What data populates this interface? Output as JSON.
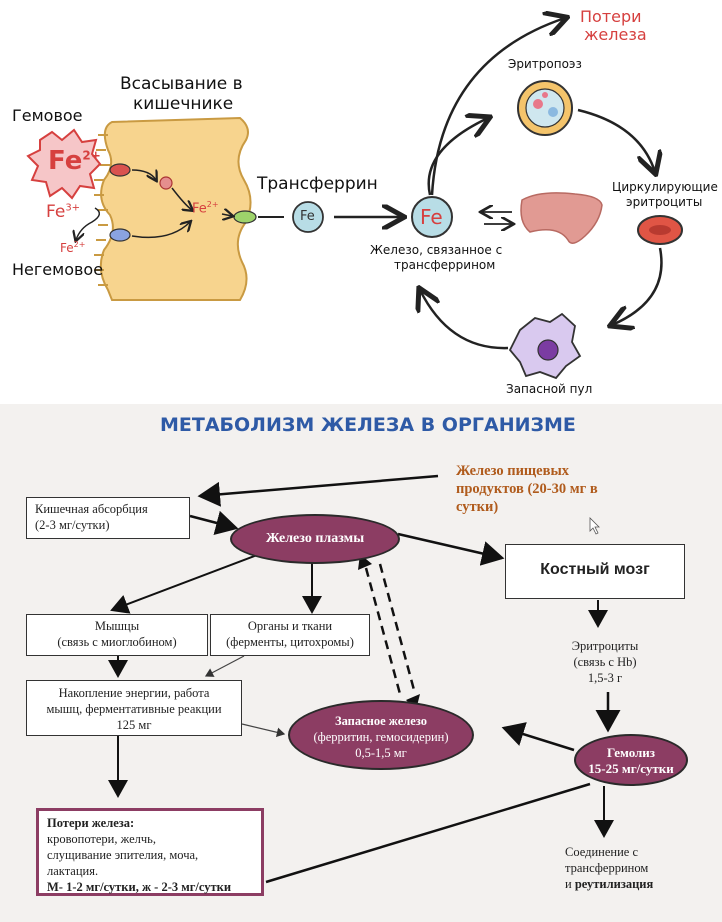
{
  "top": {
    "absorption_title_1": "Всасывание в",
    "absorption_title_2": "кишечнике",
    "heme_label": "Гемовое",
    "nonheme_label": "Негемовое",
    "fe_main": "Fe",
    "fe_charge_2": "2+",
    "fe_charge_3": "3+",
    "fe_nonheme_small": "Fe",
    "fe_inner": "Fe",
    "transferrin_label": "Трансферрин",
    "transferrin_symbol": "Fe",
    "bound_symbol": "Fe",
    "bound_label_1": "Железо, связанное с",
    "bound_label_2": "трансферрином",
    "losses_1": "Потери",
    "losses_2": "железа",
    "erythropoiesis": "Эритропоэз",
    "circulating_1": "Циркулирующие",
    "circulating_2": "эритроциты",
    "reserve_pool": "Запасной пул",
    "colors": {
      "red_accent": "#d6403f",
      "intestine": "#f7d48e",
      "fe_blue": "#b8dde6",
      "liver": "#e19a93"
    }
  },
  "bottom": {
    "title": "МЕТАБОЛИЗМ ЖЕЛЕЗА В ОРГАНИЗМЕ",
    "food_iron_1": "Железо пищевых",
    "food_iron_2": "продуктов (20-30 мг в",
    "food_iron_3": "сутки)",
    "absorption_1": "Кишечная абсорбция",
    "absorption_2": "(2-3 мг/сутки)",
    "plasma_iron": "Железо плазмы",
    "bone_marrow": "Костный мозг",
    "muscles_1": "Мышцы",
    "muscles_2": "(связь с миоглобином)",
    "organs_1": "Органы и ткани",
    "organs_2": "(ферменты, цитохромы)",
    "rbc_1": "Эритроциты",
    "rbc_2": "(связь с Hb)",
    "rbc_3": "1,5-3 г",
    "energy_1": "Накопление энергии, работа",
    "energy_2": "мышц, ферментативные реакции",
    "energy_3": "125 мг",
    "reserve_1": "Запасное  железо",
    "reserve_2": "(ферритин, гемосидерин)",
    "reserve_3": "0,5-1,5 мг",
    "hemolysis_1": "Гемолиз",
    "hemolysis_2": "15-25 мг/сутки",
    "losses_title": "Потери железа:",
    "losses_1": "кровопотери, желчь,",
    "losses_2": "слущивание эпителия, моча,",
    "losses_3": "лактация.",
    "losses_4": "М- 1-2 мг/сутки, ж - 2-3 мг/сутки",
    "transferrin_1": "Соединение с",
    "transferrin_2": "трансферрином",
    "transferrin_3_prefix": "и",
    "transferrin_3_bold": "реутилизация",
    "colors": {
      "title_blue": "#2e5aa6",
      "ellipse": "#8c3d63",
      "food_orange": "#b05b1c",
      "background": "#f3f1ef"
    }
  }
}
